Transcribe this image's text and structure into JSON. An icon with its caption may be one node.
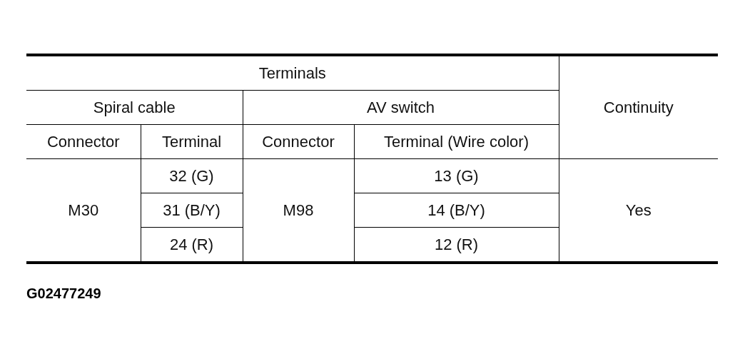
{
  "diagram": {
    "labels": [
      "Terminals",
      "Spiral cable",
      "AV switch",
      "Continuity",
      "Connector",
      "Terminal",
      "Connector",
      "Terminal (Wire color)",
      "M30",
      "32 (G)",
      "M98",
      "13 (G)",
      "Yes",
      "31 (B/Y)",
      "14 (B/Y)",
      "24 (R)",
      "12 (R)",
      "G02477249"
    ]
  }
}
